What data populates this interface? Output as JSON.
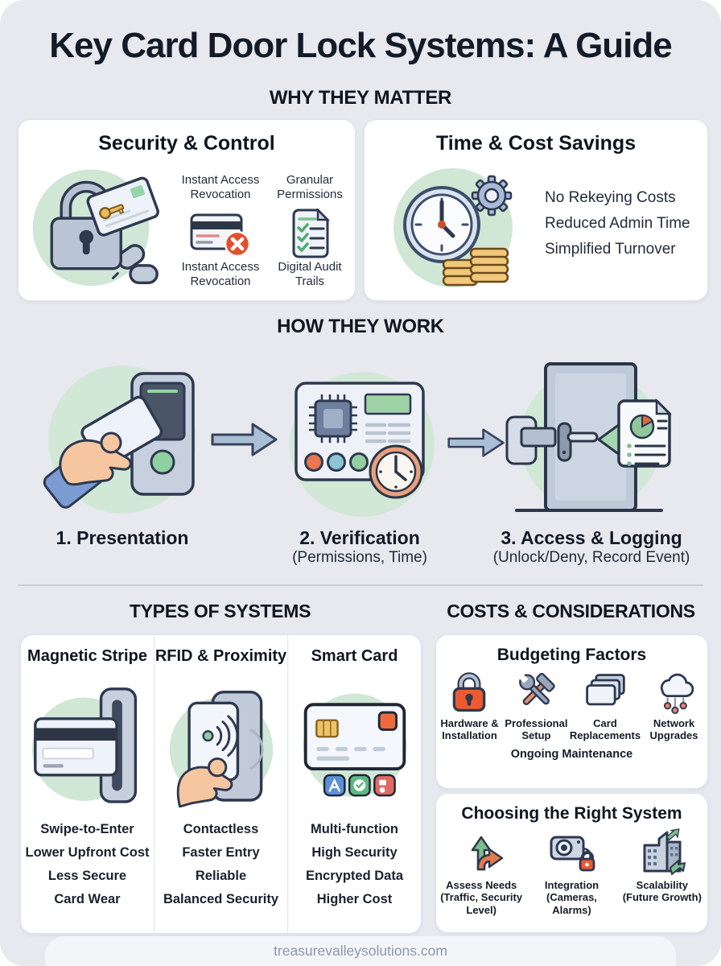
{
  "page": {
    "title": "Key Card Door Lock Systems: A Guide",
    "footer": "treasurevalleysolutions.com"
  },
  "why": {
    "heading": "WHY THEY MATTER",
    "security": {
      "title": "Security & Control",
      "main_icon": "padlock-keycard-chain-icon",
      "point_top_left": "Instant Access Revocation",
      "point_top_right": "Granular Permissions",
      "point_bottom_left": {
        "icon": "card-revoked-icon",
        "label": "Instant Access Revocation"
      },
      "point_bottom_right": {
        "icon": "audit-checklist-icon",
        "label": "Digital Audit Trails"
      }
    },
    "time_cost": {
      "title": "Time & Cost Savings",
      "main_icon": "clock-gear-coins-icon",
      "items": [
        "No Rekeying Costs",
        "Reduced Admin Time",
        "Simplified Turnover"
      ]
    }
  },
  "how": {
    "heading": "HOW THEY WORK",
    "arrow_icon": "right-arrow-icon",
    "steps": [
      {
        "icon": "card-presentation-icon",
        "label": "1. Presentation",
        "sub": ""
      },
      {
        "icon": "verification-panel-icon",
        "label": "2. Verification",
        "sub": "(Permissions, Time)"
      },
      {
        "icon": "door-access-logging-icon",
        "label": "3. Access & Logging",
        "sub": "(Unlock/Deny, Record Event)"
      }
    ]
  },
  "types": {
    "heading": "TYPES OF SYSTEMS",
    "columns": [
      {
        "title": "Magnetic Stripe",
        "icon": "magstripe-swipe-icon",
        "features": [
          "Swipe-to-Enter",
          "Lower Upfront Cost",
          "Less Secure",
          "Card Wear"
        ]
      },
      {
        "title": "RFID & Proximity",
        "icon": "rfid-tap-icon",
        "features": [
          "Contactless",
          "Faster Entry",
          "Reliable",
          "Balanced Security"
        ]
      },
      {
        "title": "Smart Card",
        "icon": "smart-card-icon",
        "features": [
          "Multi-function",
          "High Security",
          "Encrypted Data",
          "Higher Cost"
        ]
      }
    ]
  },
  "costs": {
    "heading": "COSTS & CONSIDERATIONS",
    "budgeting": {
      "title": "Budgeting Factors",
      "factors": [
        {
          "icon": "orange-padlock-icon",
          "label": "Hardware & Installation"
        },
        {
          "icon": "tools-icon",
          "label": "Professional Setup"
        },
        {
          "icon": "card-stack-icon",
          "label": "Card Replacements"
        },
        {
          "icon": "cloud-network-icon",
          "label": "Network Upgrades"
        }
      ],
      "note": "Ongoing Maintenance"
    },
    "choosing": {
      "title": "Choosing the Right System",
      "factors": [
        {
          "icon": "branching-arrows-icon",
          "label": "Assess Needs (Traffic, Security Level)"
        },
        {
          "icon": "camera-lock-icon",
          "label": "Integration (Cameras, Alarms)"
        },
        {
          "icon": "building-growth-icon",
          "label": "Scalability (Future Growth)"
        }
      ]
    }
  },
  "colors": {
    "background_panel": "#e7e9ef",
    "card_background": "#ffffff",
    "icon_circle_green": "#cfe7d4",
    "accent_orange": "#ed5a2e",
    "accent_green": "#7fbf8e",
    "arrow_blue_gray": "#aabfd6",
    "heading_text": "#10161f",
    "footer_text": "#8f97a8"
  }
}
